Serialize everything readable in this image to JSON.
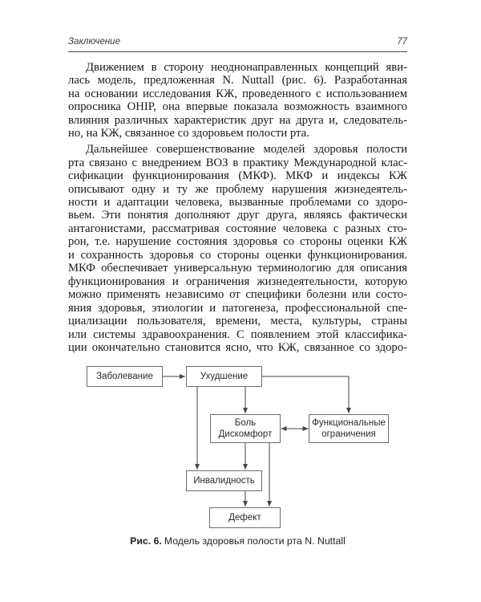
{
  "header": {
    "section_title": "Заключение",
    "page_number": "77"
  },
  "paragraphs": [
    {
      "justify_last": false,
      "lines": [
        "Движением в сторону неоднонаправленных концепций яви-",
        "лась модель, предложенная N. Nuttall (рис. 6). Разработанная",
        "на основании исследования КЖ, проведенного с использованием",
        "опросника OHIP, она впервые показала возможность взаимного",
        "влияния различных характеристик друг на друга и, следователь-",
        "но, на КЖ, связанное со здоровьем полости рта."
      ]
    },
    {
      "justify_last": true,
      "lines": [
        "Дальнейшее совершенствование моделей здоровья полости",
        "рта связано с внедрением ВОЗ в практику Международной клас-",
        "сификации функционирования (МКФ). МКФ и индексы КЖ",
        "описывают одну и ту же проблему нарушения жизнедеятель-",
        "ности и адаптации человека, вызванные проблемами со здоро-",
        "вьем. Эти понятия дополняют друг друга, являясь фактически",
        "антагонистами, рассматривая состояние человека с разных сто-",
        "рон, т.е. нарушение состояния здоровья со стороны оценки КЖ",
        "и сохранность здоровья со стороны оценки функционирования.",
        "МКФ обеспечивает универсальную терминологию для описания",
        "функционирования и ограничения жизнедеятельности, которую",
        "можно применять независимо от специфики болезни или состо-",
        "яния здоровья, этиологии и патогенеза, профессиональной спе-",
        "циализации пользователя, времени, места, культуры, страны",
        "или системы здравоохранения. С появлением этой классифика-",
        "ции окончательно становится ясно, что КЖ, связанное со здоро-"
      ]
    }
  ],
  "figure": {
    "nodes": [
      {
        "id": "disease",
        "label": "Заболевание"
      },
      {
        "id": "deterioration",
        "label": "Ухудшение"
      },
      {
        "id": "pain",
        "label": "Боль\nДискомфорт"
      },
      {
        "id": "functional",
        "label": "Функциональные\nограничения"
      },
      {
        "id": "disability",
        "label": "Инвалидность"
      },
      {
        "id": "defect",
        "label": "Дефект"
      }
    ],
    "caption_label": "Рис. 6.",
    "caption_text": "Модель здоровья полости рта N. Nuttall"
  }
}
